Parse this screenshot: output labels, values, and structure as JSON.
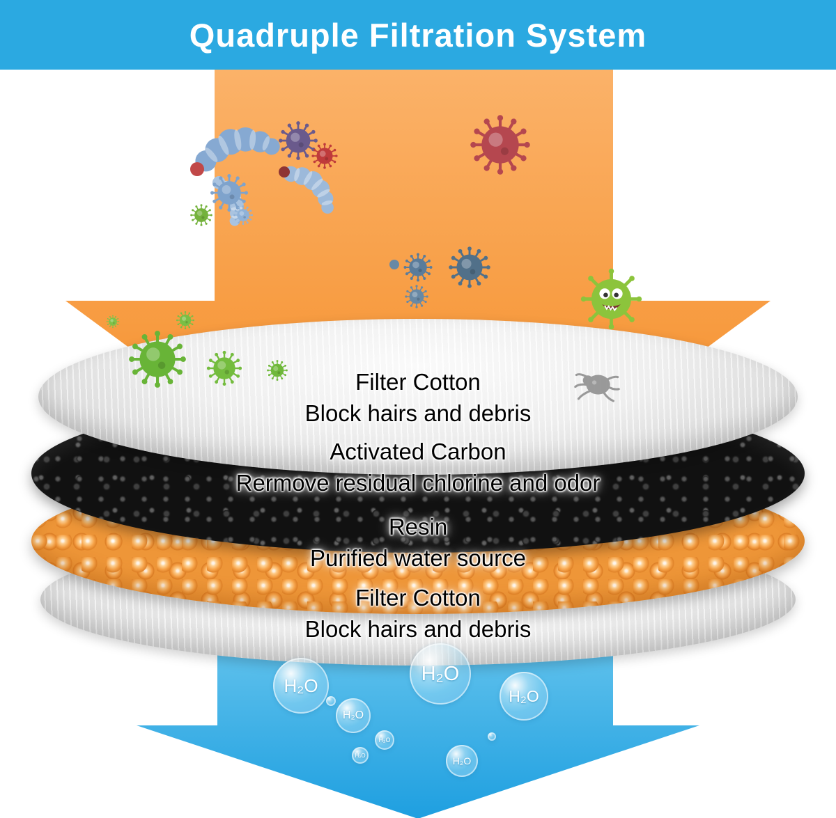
{
  "header": {
    "title": "Quadruple Filtration System"
  },
  "layers": [
    {
      "name": "Filter Cotton",
      "description": "Block hairs and debris"
    },
    {
      "name": "Activated Carbon",
      "description": "Rermove residual chlorine and odor"
    },
    {
      "name": "Resin",
      "description": "Purified water source"
    },
    {
      "name": "Filter Cotton",
      "description": "Block hairs and debris"
    }
  ],
  "bubbles": {
    "label": "H₂O"
  },
  "colors": {
    "header_bar": "#2BA9E1",
    "inflow_arrow_top": "#FBB269",
    "inflow_arrow_bottom": "#F2711C",
    "outflow_arrow_top": "#74CCF0",
    "outflow_arrow_bottom": "#1E9FE0",
    "filter_cotton": "#E8E8E8",
    "activated_carbon": "#161616",
    "resin": "#EE9638"
  },
  "icons": {
    "contaminants": [
      "virus-icon",
      "bacteria-worm-icon",
      "germ-monster-icon",
      "dust-mite-icon"
    ],
    "water": "h2o-bubble-icon"
  }
}
